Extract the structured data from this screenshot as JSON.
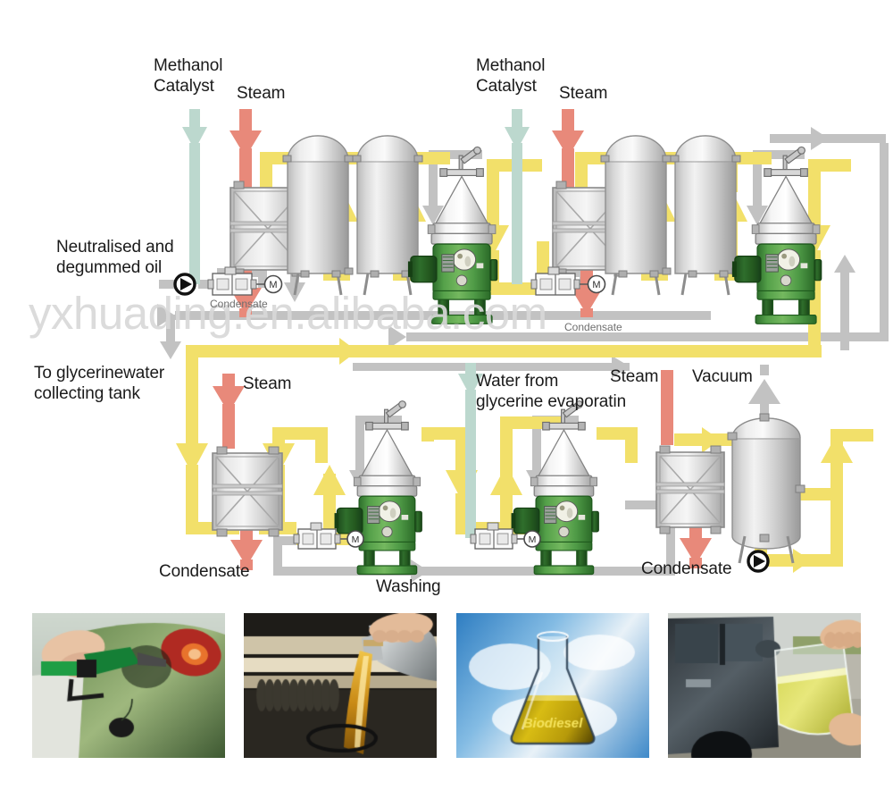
{
  "diagram": {
    "title": "Biodiesel transesterification process flow diagram",
    "watermark": "yxhuading.en.alibaba.com",
    "labels": {
      "methanol_catalyst_1": "Methanol\nCatalyst",
      "steam_1": "Steam",
      "methanol_catalyst_2": "Methanol\nCatalyst",
      "steam_2": "Steam",
      "feed_inlet": "Neutralised and\ndegummed oil",
      "condensate_1": "Condensate",
      "condensate_2": "Condensate",
      "glycerine_tank": "To glycerinewater\ncollecting tank",
      "steam_3": "Steam",
      "water_from_evaporation": "Water from\nglycerine evaporatin",
      "steam_4": "Steam",
      "vacuum": "Vacuum",
      "condensate_3": "Condensate",
      "condensate_4": "Condensate",
      "washing": "Washing"
    },
    "colors": {
      "steam_red": "#e8897a",
      "methanol_mint": "#bcd8ce",
      "oil_yellow": "#f2e06a",
      "service_gray": "#c2c2c2",
      "separator_green": "#3f8f3f",
      "vessel_gray": "#d0d0d0",
      "text": "#1a1a1a",
      "watermark": "#d8d8d8"
    },
    "equipment": [
      {
        "id": "pump-inlet",
        "type": "pump",
        "name": "Feed pump"
      },
      {
        "id": "heater-1",
        "type": "heat-exchanger",
        "name": "Heat exchanger 1"
      },
      {
        "id": "reactor-1a",
        "type": "pressure-vessel",
        "name": "Reaction vessel 1A"
      },
      {
        "id": "reactor-1b",
        "type": "pressure-vessel",
        "name": "Reaction vessel 1B"
      },
      {
        "id": "separator-1",
        "type": "centrifugal-separator",
        "name": "Separator 1"
      },
      {
        "id": "heater-2",
        "type": "heat-exchanger",
        "name": "Heat exchanger 2"
      },
      {
        "id": "reactor-2a",
        "type": "pressure-vessel",
        "name": "Reaction vessel 2A"
      },
      {
        "id": "reactor-2b",
        "type": "pressure-vessel",
        "name": "Reaction vessel 2B"
      },
      {
        "id": "separator-2",
        "type": "centrifugal-separator",
        "name": "Separator 2"
      },
      {
        "id": "heater-3",
        "type": "heat-exchanger",
        "name": "Heat exchanger 3"
      },
      {
        "id": "separator-3",
        "type": "centrifugal-separator",
        "name": "Washing separator"
      },
      {
        "id": "separator-4",
        "type": "centrifugal-separator",
        "name": "Polishing separator"
      },
      {
        "id": "heater-4",
        "type": "heat-exchanger",
        "name": "Heat exchanger 4"
      },
      {
        "id": "dryer",
        "type": "vacuum-vessel",
        "name": "Vacuum dryer"
      },
      {
        "id": "pump-outlet",
        "type": "pump",
        "name": "Product pump"
      }
    ]
  },
  "photos": [
    {
      "id": "photo-fuel-nozzle",
      "caption": "Refuelling a car with a green fuel nozzle"
    },
    {
      "id": "photo-pouring-oil",
      "caption": "Pouring golden oil into an engine"
    },
    {
      "id": "photo-biodiesel-flask",
      "caption": "Biodiesel",
      "flask_text": "Biodiesel"
    },
    {
      "id": "photo-jug-biodiesel",
      "caption": "Hands holding a jug of yellow biodiesel by a car"
    }
  ]
}
